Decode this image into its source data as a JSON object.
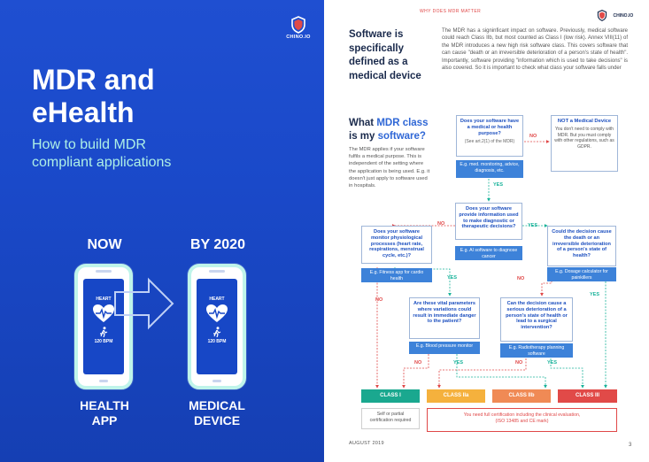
{
  "cover": {
    "logo_text": "CHINO.IO",
    "title_line1": "MDR and",
    "title_line2": "eHealth",
    "subtitle_line1": "How to build MDR",
    "subtitle_line2": "compliant applications",
    "col_now": "NOW",
    "col_2020": "BY 2020",
    "phone_heart": "HEART",
    "phone_bpm": "120 BPM",
    "left_bottom_line1": "HEALTH",
    "left_bottom_line2": "APP",
    "right_bottom_line1": "MEDICAL",
    "right_bottom_line2": "DEVICE",
    "colors": {
      "background": "#1a49c9",
      "accent": "#aef0e6"
    }
  },
  "page": {
    "running_header": "WHY DOES MDR MATTER",
    "logo_text": "CHINO.IO",
    "intro_title": "Software is specifically defined as a medical device",
    "intro_body": "The MDR has a signinficant impact on software. Previously, medical software could reach Class IIb, but most counted as Class I (low risk). Annex VIII(11) of the MDR introduces a new high risk software class. This covers software that can cause \"death or an irreversible deterioration of a person's state of health\". Importantly, software providing \"information which is used to take decisions\" is also covered. So it is important to check what class your software falls under",
    "q_title_pre": "What ",
    "q_title_accent1": "MDR class",
    "q_title_mid": " is my ",
    "q_title_accent2": "software?",
    "q_body": "The MDR applies if your software fulfils a medical purpose. This is independent of the setting where the application is being used. E.g. it doesn't just apply to software used in hospitals.",
    "footer_date": "AUGUST 2019",
    "page_number": "3"
  },
  "flowchart": {
    "q1": {
      "text": "Does your software have a medical or health purpose?",
      "sub": "(See art.2(1) of the MDR)",
      "example": "E.g. med. monitoring, advice, diagnosis, etc."
    },
    "not_medical": {
      "title": "NOT a Medical Device",
      "desc": "You don't need to comply with MDR. But you must comply with other regulations, such as GDPR."
    },
    "q2": {
      "text": "Does your software provide information used to make diagnostic or therapeutic decisions?",
      "example": "E.g. AI software to diagnose cancer"
    },
    "q3": {
      "text": "Does your software monitor physiological processes (heart rate, respirations, menstrual cycle, etc.)?",
      "example": "E.g. Fitness app for cardio health"
    },
    "q4": {
      "text": "Could the decision cause the death or an irreversible deterioration of a person's state of health?",
      "example": "E.g. Dosage calculator for painkillers"
    },
    "q5": {
      "text": "Are these vital parameters where variations could result in immediate danger to the patient?",
      "example": "E.g. Blood pressure monitor"
    },
    "q6": {
      "text": "Can the decision cause a serious deterioration of a person's state of health or lead to a surgical intervention?",
      "example": "E.g. Radiotherapy planning software"
    },
    "labels": {
      "no": "NO",
      "yes": "YES"
    },
    "classes": [
      {
        "label": "CLASS I",
        "color": "#1aa88f"
      },
      {
        "label": "CLASS IIa",
        "color": "#f5b13d"
      },
      {
        "label": "CLASS IIb",
        "color": "#f08a55"
      },
      {
        "label": "CLASS III",
        "color": "#e14a48"
      }
    ],
    "note_self": "Self or partial certification required",
    "note_full_line1": "You need full certification including the clinical evaluation,",
    "note_full_line2": "(ISO 13485 and CE mark)"
  }
}
